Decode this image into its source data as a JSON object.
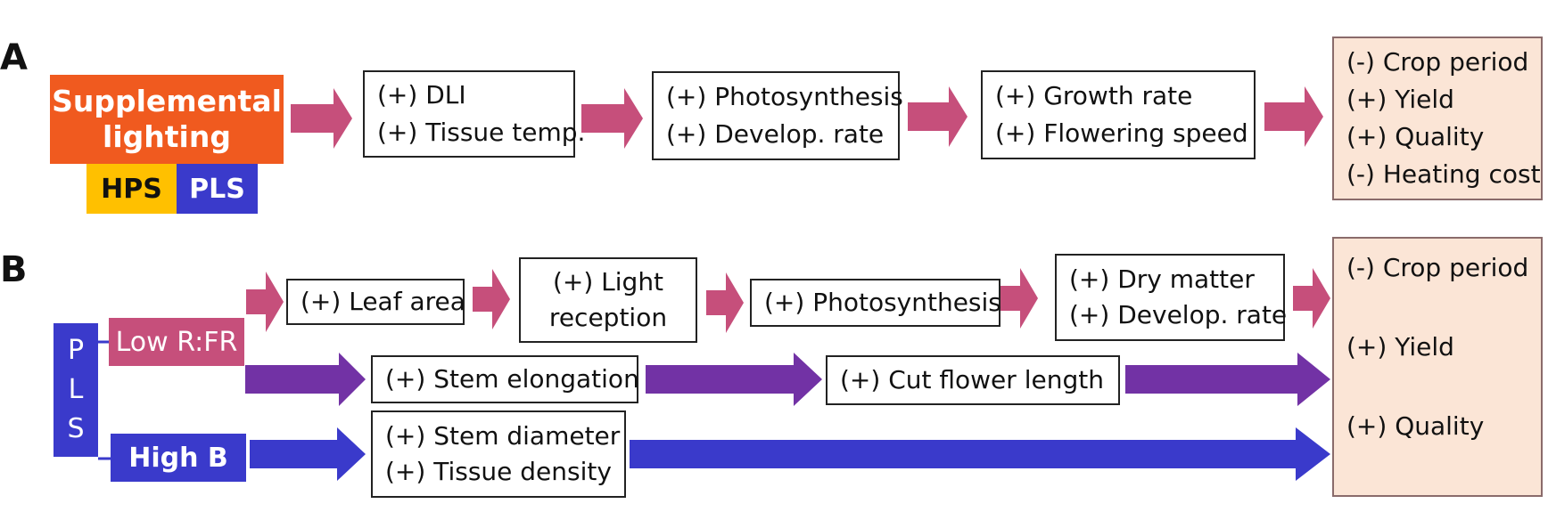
{
  "panel_a": {
    "label": "A",
    "source": {
      "line1": "Supplemental",
      "line2": "lighting"
    },
    "hps": "HPS",
    "pls": "PLS",
    "box1": [
      "(+) DLI",
      "(+) Tissue temp."
    ],
    "box2": [
      "(+) Photosynthesis",
      "(+) Develop. rate"
    ],
    "box3": [
      "(+) Growth rate",
      "(+) Flowering speed"
    ],
    "outcomes": [
      "(-) Crop period",
      "(+) Yield",
      "(+) Quality",
      "(-) Heating cost"
    ]
  },
  "panel_b": {
    "label": "B",
    "pls_letters": [
      "P",
      "L",
      "S"
    ],
    "low_rfr": "Low R:FR",
    "high_b": "High B",
    "leaf_area": "(+) Leaf area",
    "light_reception": [
      "(+) Light",
      "reception"
    ],
    "photosynthesis": "(+) Photosynthesis",
    "dry_matter": [
      "(+) Dry matter",
      "(+) Develop. rate"
    ],
    "stem_elongation": "(+) Stem elongation",
    "cut_flower_length": "(+) Cut flower length",
    "stem_diameter": [
      "(+) Stem diameter",
      "(+) Tissue density"
    ],
    "outcomes": [
      "(-) Crop period",
      "(+) Yield",
      "(+) Quality"
    ]
  },
  "colors": {
    "orange": "#f05a1f",
    "yellow": "#ffc000",
    "blue": "#3a3acb",
    "pink": "#c64f7b",
    "purple": "#7232a5",
    "outcome_bg": "#fbe5d6"
  }
}
